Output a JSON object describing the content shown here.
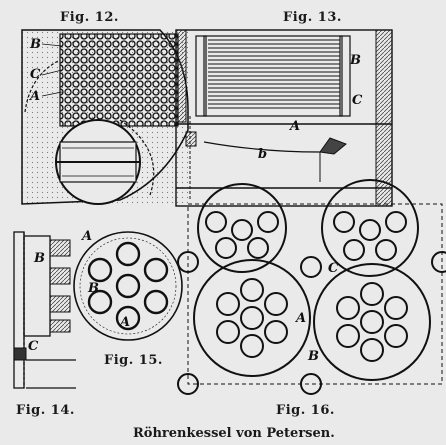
{
  "figures": {
    "fig12": {
      "label": "Fig. 12.",
      "letters": [
        "B",
        "C",
        "A"
      ]
    },
    "fig13": {
      "label": "Fig. 13.",
      "letters": [
        "B",
        "C",
        "A",
        "b"
      ]
    },
    "fig14": {
      "label": "Fig. 14.",
      "letters": [
        "A",
        "B",
        "C"
      ]
    },
    "fig15": {
      "label": "Fig. 15.",
      "letters": [
        "B",
        "A"
      ]
    },
    "fig16": {
      "label": "Fig. 16.",
      "letters": [
        "C",
        "A",
        "B"
      ]
    }
  },
  "caption": "Röhrenkessel von Petersen."
}
